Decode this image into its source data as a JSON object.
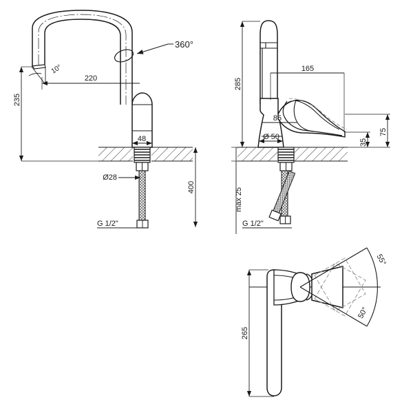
{
  "drawing": {
    "title": "Kitchen mixer tap technical drawing",
    "line_color": "#1a1a1a",
    "fill_color": "#ffffff",
    "views": [
      {
        "name": "side-elevation-left",
        "labels": {
          "rotation": "360°",
          "tilt_angle": "10°",
          "reach": "220",
          "height": "235",
          "body_width": "48",
          "shank_dia": "Ø28",
          "hose_length": "400",
          "thread": "G 1/2\""
        }
      },
      {
        "name": "front-elevation-right",
        "labels": {
          "total_height": "285",
          "lever_reach": "165",
          "handle_offset": "85",
          "base_dia": "Ø 50",
          "spout_height": "75",
          "body_height": "35",
          "counter_thickness": "max 25",
          "thread": "G 1/2\""
        }
      },
      {
        "name": "top-plan-view",
        "labels": {
          "swivel_up": "55°",
          "swivel_down": "50°",
          "length": "265"
        }
      }
    ]
  }
}
